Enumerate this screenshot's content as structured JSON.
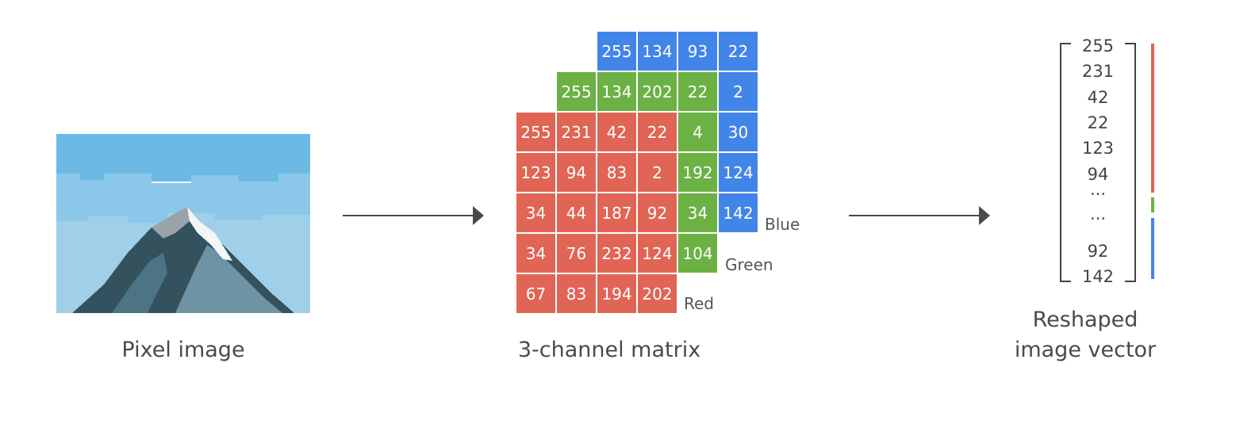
{
  "labels": {
    "pixel_image": "Pixel image",
    "matrix": "3-channel matrix",
    "vector_line1": "Reshaped",
    "vector_line2": "image vector"
  },
  "channels": {
    "blue": {
      "label": "Blue",
      "color": "#4285e8",
      "rows": [
        [
          "255",
          "134",
          "93",
          "22"
        ],
        [
          "",
          "",
          "",
          "2"
        ],
        [
          "",
          "",
          "",
          "30"
        ],
        [
          "",
          "",
          "",
          "124"
        ],
        [
          "",
          "",
          "",
          "142"
        ]
      ]
    },
    "green": {
      "label": "Green",
      "color": "#6cb144",
      "rows": [
        [
          "255",
          "134",
          "202",
          "22"
        ],
        [
          "",
          "",
          "",
          "4"
        ],
        [
          "",
          "",
          "",
          "192"
        ],
        [
          "",
          "",
          "",
          "34"
        ],
        [
          "",
          "",
          "",
          "104"
        ]
      ]
    },
    "red": {
      "label": "Red",
      "color": "#e06555",
      "rows": [
        [
          "255",
          "231",
          "42",
          "22"
        ],
        [
          "123",
          "94",
          "83",
          "2"
        ],
        [
          "34",
          "44",
          "187",
          "92"
        ],
        [
          "34",
          "76",
          "232",
          "124"
        ],
        [
          "67",
          "83",
          "194",
          "202"
        ]
      ]
    }
  },
  "vector": {
    "values": [
      "255",
      "231",
      "42",
      "22",
      "123",
      "94",
      "···",
      "···",
      "92",
      "142"
    ],
    "bar_colors": {
      "red": "#e06555",
      "green": "#6cb144",
      "blue": "#4285e8"
    }
  },
  "image_colors": {
    "sky_top": "#6bb9e4",
    "sky_mid": "#8ac7e8",
    "sky_low": "#9fcfe9",
    "mountain_dark": "#34515e",
    "mountain_mid": "#4d7485",
    "mountain_light": "#6d93a4",
    "snow_gray": "#9aa3a8",
    "snow_white": "#f3f5f6"
  }
}
